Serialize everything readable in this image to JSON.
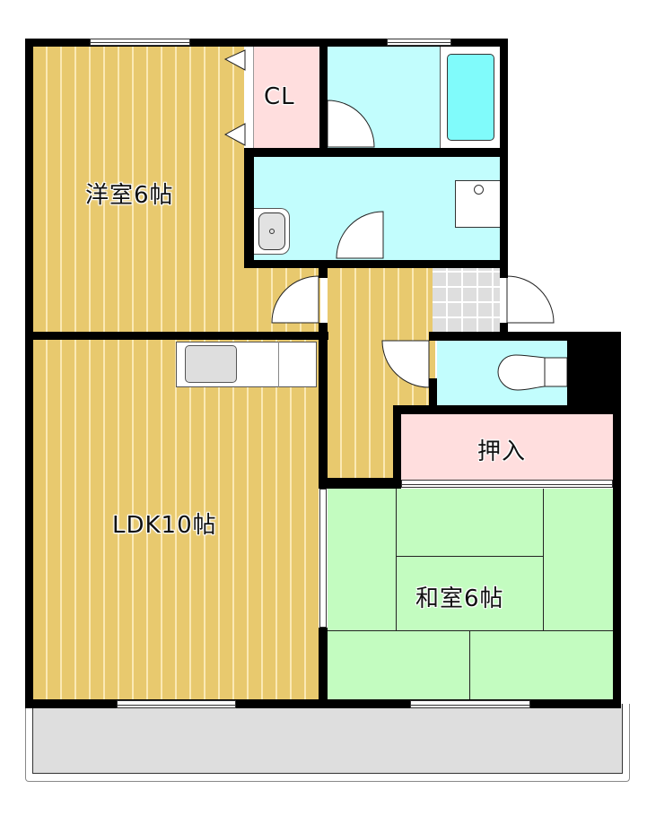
{
  "floorplan": {
    "rooms": {
      "western_room": {
        "label": "洋室6帖",
        "type": "western",
        "size_jo": 6
      },
      "closet": {
        "label": "CL"
      },
      "ldk": {
        "label": "LDK10帖",
        "type": "ldk",
        "size_jo": 10
      },
      "oshiire": {
        "label": "押入"
      },
      "japanese_room": {
        "label": "和室6帖",
        "type": "japanese",
        "size_jo": 6
      },
      "bathroom": {
        "label": ""
      },
      "washroom": {
        "label": ""
      },
      "toilet": {
        "label": ""
      },
      "hallway": {
        "label": ""
      },
      "entrance": {
        "label": ""
      },
      "balcony": {
        "label": ""
      }
    },
    "colors": {
      "wood_floor": "#e8c96e",
      "wood_stripe": "#fbe9b4",
      "water_area": "#c2fdfd",
      "storage": "#ffdede",
      "tatami": "#c3fcc0",
      "entrance_tile": "#dedede",
      "balcony": "#dedede",
      "bathtub": "#80fbfb",
      "wall": "#000000"
    }
  }
}
